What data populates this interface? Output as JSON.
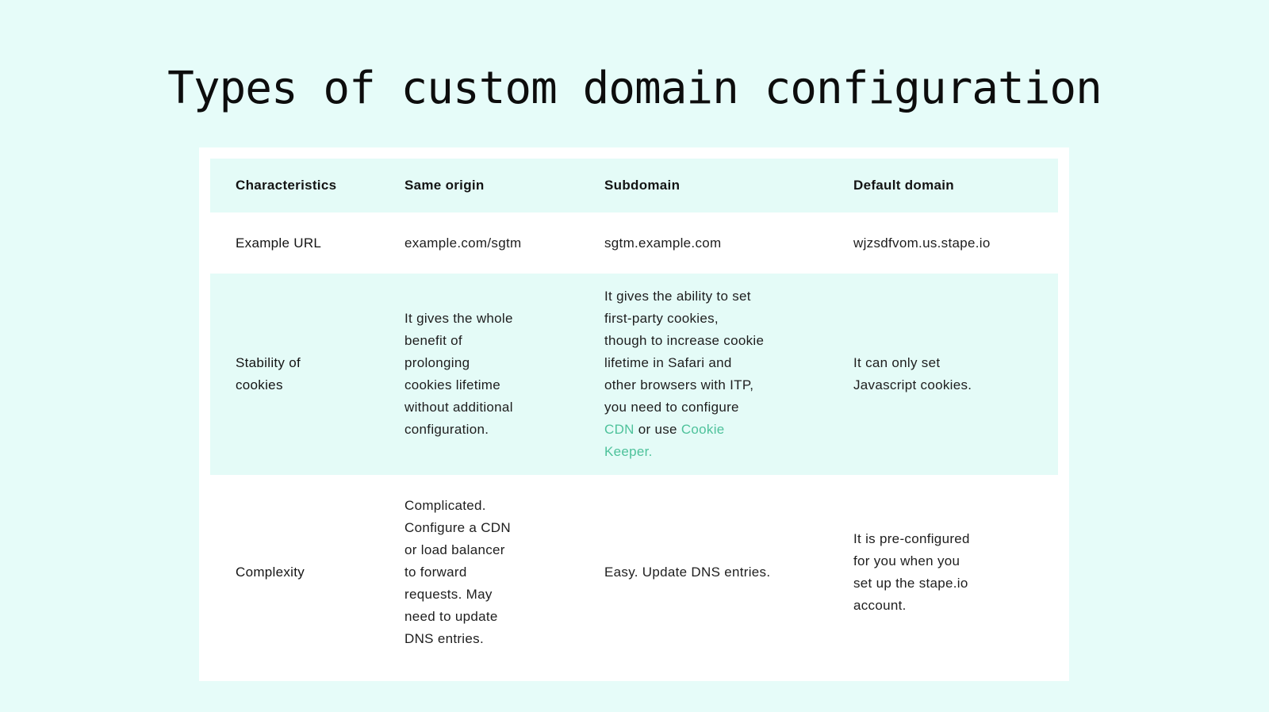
{
  "page": {
    "title": "Types of custom domain configuration",
    "colors": {
      "page_background": "#e6fcf9",
      "card_background": "#ffffff",
      "row_highlight": "#e4fbf7",
      "link_green": "#4ec29b",
      "text": "#1e1e1e"
    }
  },
  "table": {
    "columns": [
      {
        "label": "Characteristics"
      },
      {
        "label": "Same origin"
      },
      {
        "label": "Subdomain"
      },
      {
        "label": "Default domain"
      }
    ],
    "rows": [
      {
        "label": "Example URL",
        "highlight": false,
        "cells": [
          {
            "text": "example.com/sgtm"
          },
          {
            "text": "sgtm.example.com"
          },
          {
            "text": "wjzsdfvom.us.stape.io"
          }
        ]
      },
      {
        "label": "Stability of\ncookies",
        "highlight": true,
        "cells": [
          {
            "text": "It gives the whole\nbenefit of\nprolonging\ncookies lifetime\nwithout additional\nconfiguration."
          },
          {
            "segments": [
              {
                "text": "It gives the ability to set\nfirst-party cookies,\nthough to increase cookie\nlifetime in Safari and\nother browsers with ITP,\nyou need to configure\n",
                "link": false
              },
              {
                "text": "CDN",
                "link": true,
                "name": "cdn-link"
              },
              {
                "text": " or use ",
                "link": false
              },
              {
                "text": "Cookie\nKeeper.",
                "link": true,
                "name": "cookie-keeper-link"
              }
            ]
          },
          {
            "text": "It can only set\nJavascript cookies."
          }
        ]
      },
      {
        "label": "Complexity",
        "highlight": false,
        "cells": [
          {
            "text": "Complicated.\nConfigure a CDN\nor load balancer\nto forward\nrequests. May\nneed to update\nDNS entries."
          },
          {
            "text": "Easy. Update DNS entries."
          },
          {
            "text": "It is pre-configured\nfor you when you\nset up the stape.io\naccount."
          }
        ]
      }
    ]
  }
}
